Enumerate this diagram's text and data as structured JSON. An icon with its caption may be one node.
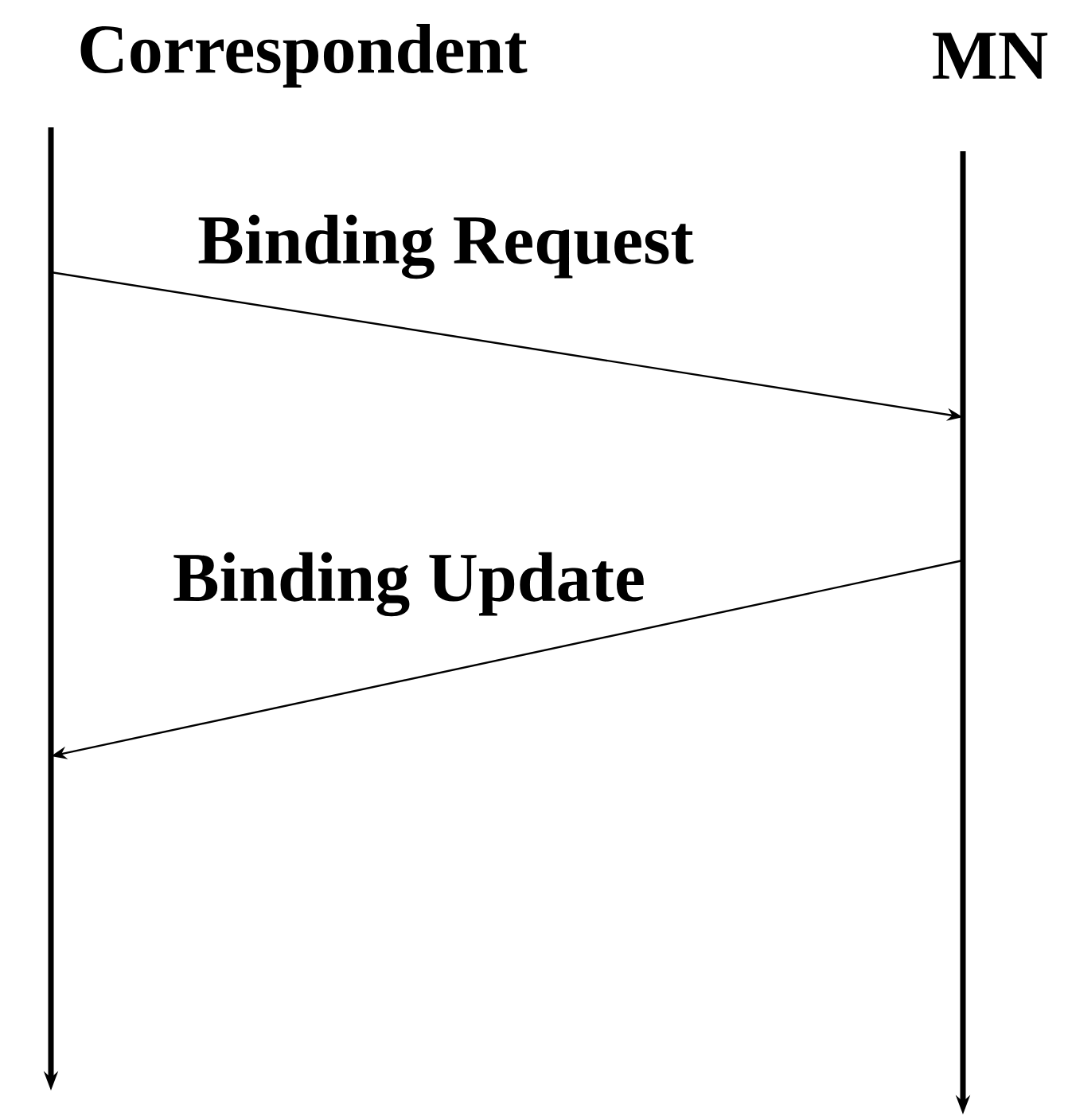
{
  "diagram": {
    "nodes": [
      {
        "text": [
          "Correspondent"
        ]
      },
      {
        "text": [
          "MN"
        ]
      }
    ],
    "edges": [
      {
        "from": 0,
        "to": 1,
        "arrow": "to",
        "label": "Binding Request"
      },
      {
        "from": 1,
        "to": 0,
        "arrow": "to",
        "label": "Binding Update"
      }
    ]
  }
}
